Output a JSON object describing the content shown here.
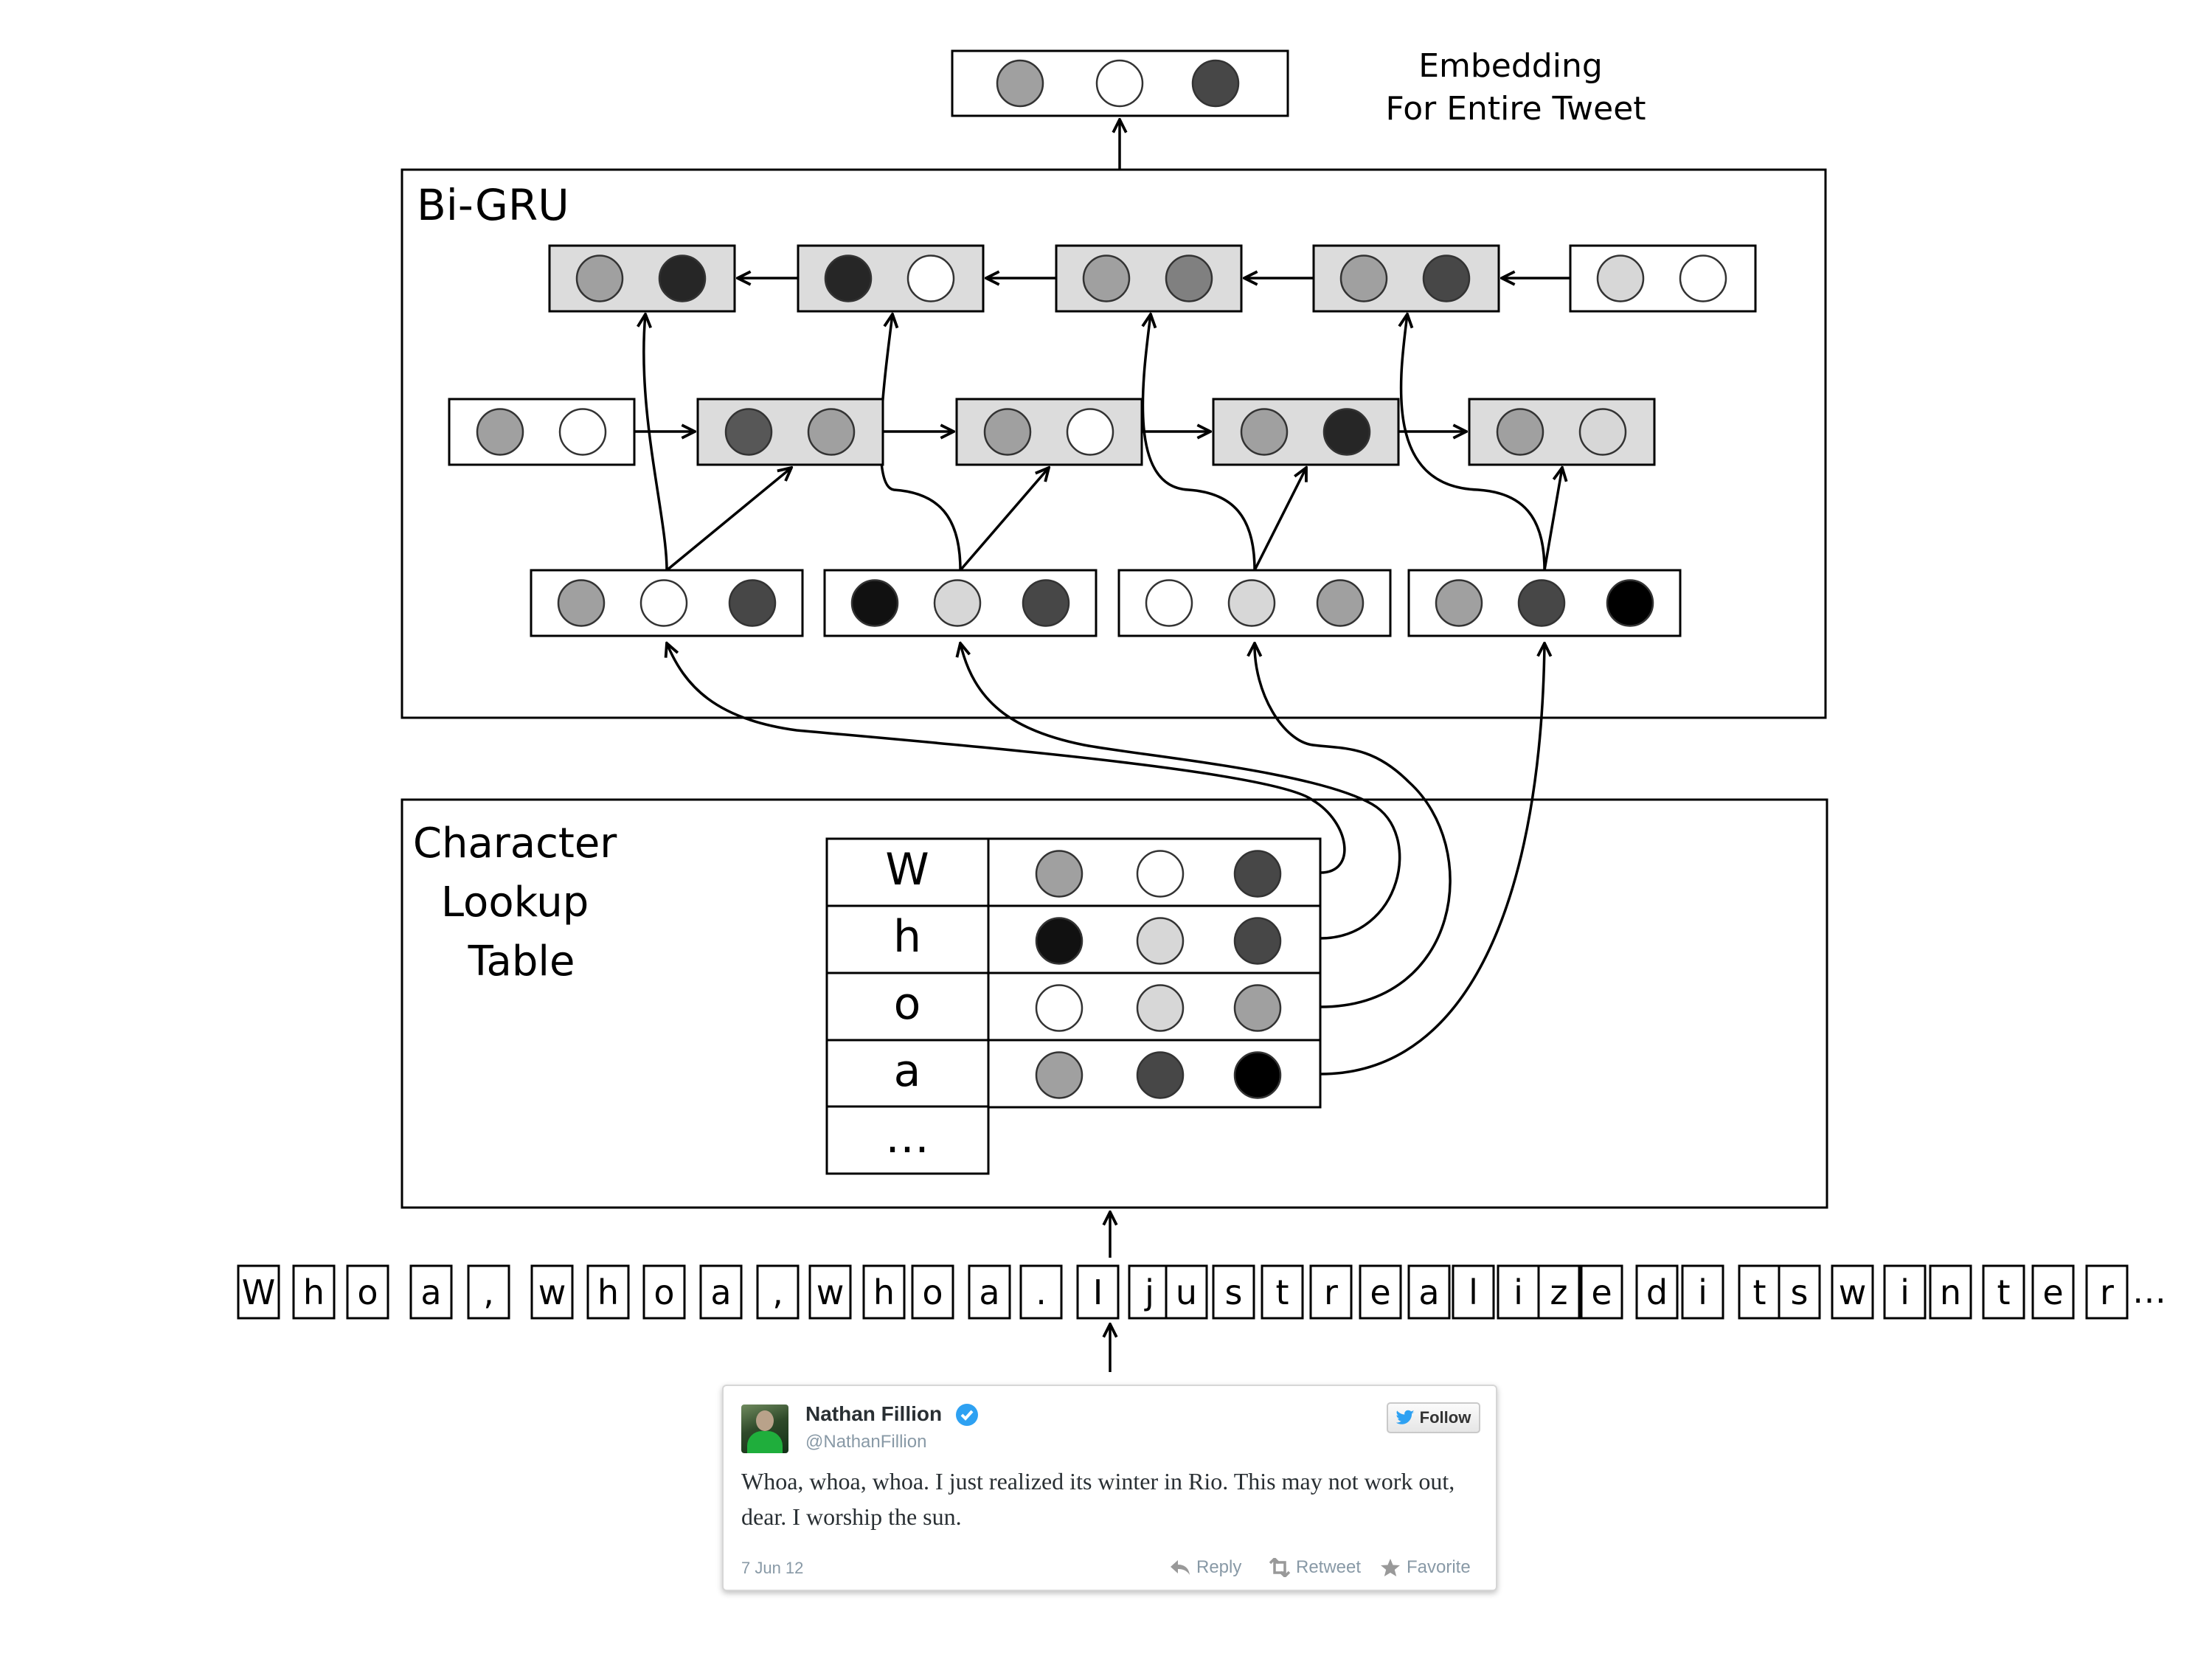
{
  "embedding_label": [
    "Embedding",
    "For Entire Tweet"
  ],
  "bigru": {
    "label": "Bi-GRU",
    "backward_row": [
      {
        "colors": [
          "#a0a0a0",
          "#262626"
        ]
      },
      {
        "colors": [
          "#262626",
          "#ffffff"
        ]
      },
      {
        "colors": [
          "#a0a0a0",
          "#808080"
        ]
      },
      {
        "colors": [
          "#a0a0a0",
          "#474747"
        ]
      },
      {
        "colors": [
          "#d7d7d7",
          "#ffffff"
        ]
      }
    ],
    "forward_row": [
      {
        "colors": [
          "#a0a0a0",
          "#ffffff"
        ]
      },
      {
        "colors": [
          "#575757",
          "#a0a0a0"
        ]
      },
      {
        "colors": [
          "#a0a0a0",
          "#ffffff"
        ]
      },
      {
        "colors": [
          "#a0a0a0",
          "#262626"
        ]
      },
      {
        "colors": [
          "#a0a0a0",
          "#d7d7d7"
        ]
      }
    ],
    "char_row": [
      {
        "colors": [
          "#a0a0a0",
          "#ffffff",
          "#474747"
        ]
      },
      {
        "colors": [
          "#111111",
          "#d7d7d7",
          "#474747"
        ]
      },
      {
        "colors": [
          "#ffffff",
          "#d7d7d7",
          "#a0a0a0"
        ]
      },
      {
        "colors": [
          "#a0a0a0",
          "#474747",
          "#000000"
        ]
      }
    ]
  },
  "output_embedding": {
    "colors": [
      "#a0a0a0",
      "#ffffff",
      "#474747"
    ]
  },
  "lookup": {
    "label": [
      "Character",
      "Lookup",
      "Table"
    ],
    "rows": [
      {
        "char": "W",
        "colors": [
          "#a0a0a0",
          "#ffffff",
          "#474747"
        ]
      },
      {
        "char": "h",
        "colors": [
          "#111111",
          "#d7d7d7",
          "#474747"
        ]
      },
      {
        "char": "o",
        "colors": [
          "#ffffff",
          "#d7d7d7",
          "#a0a0a0"
        ]
      },
      {
        "char": "a",
        "colors": [
          "#a0a0a0",
          "#474747",
          "#000000"
        ]
      },
      {
        "char": "…",
        "colors": []
      }
    ]
  },
  "char_sequence": [
    "W",
    "h",
    "o",
    "a",
    ",",
    "w",
    "h",
    "o",
    "a",
    ",",
    "w",
    "h",
    "o",
    "a",
    ".",
    "I",
    "j",
    "u",
    "s",
    "t",
    "r",
    "e",
    "a",
    "l",
    "i",
    "z",
    "e",
    "d",
    "i",
    "t",
    "s",
    "w",
    "i",
    "n",
    "t",
    "e",
    "r"
  ],
  "char_sequence_ellipsis": "…",
  "tweet": {
    "name": "Nathan Fillion",
    "handle": "@NathanFillion",
    "follow_label": "Follow",
    "text": "Whoa, whoa, whoa. I just realized its winter in Rio. This may not work out, dear. I worship the sun.",
    "date": "7 Jun 12",
    "actions": [
      "Reply",
      "Retweet",
      "Favorite"
    ]
  }
}
